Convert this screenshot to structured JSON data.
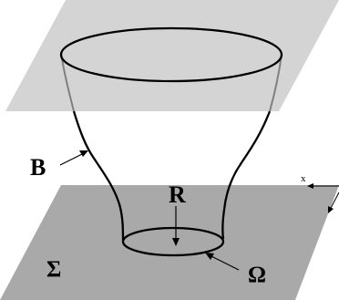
{
  "colors": {
    "top_plane": "#d4d4d4",
    "bottom_plane": "#a9a9a9",
    "stroke": "#000000",
    "background": "#ffffff"
  },
  "labels": {
    "surface": "B",
    "radius": "R",
    "region": "Ω",
    "plane": "Σ",
    "axis_x": "x"
  }
}
